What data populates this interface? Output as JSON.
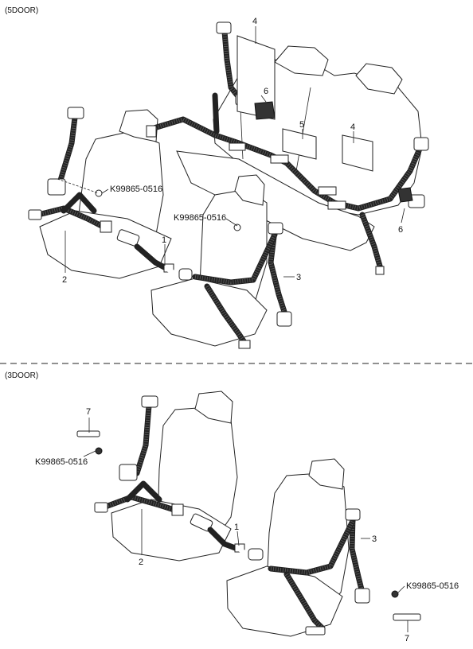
{
  "sections": {
    "top": {
      "title": "(5DOOR)"
    },
    "bottom": {
      "title": "(3DOOR)"
    }
  },
  "callouts": {
    "top": {
      "c1": "1",
      "c2": "2",
      "c3": "3",
      "c4a": "4",
      "c4b": "4",
      "c5": "5",
      "c6a": "6",
      "c6b": "6",
      "bolt_left": "K99865-0516",
      "bolt_center": "K99865-0516"
    },
    "bottom": {
      "c1": "1",
      "c2": "2",
      "c3": "3",
      "c7a": "7",
      "c7b": "7",
      "bolt_left": "K99865-0516",
      "bolt_right": "K99865-0516"
    }
  }
}
